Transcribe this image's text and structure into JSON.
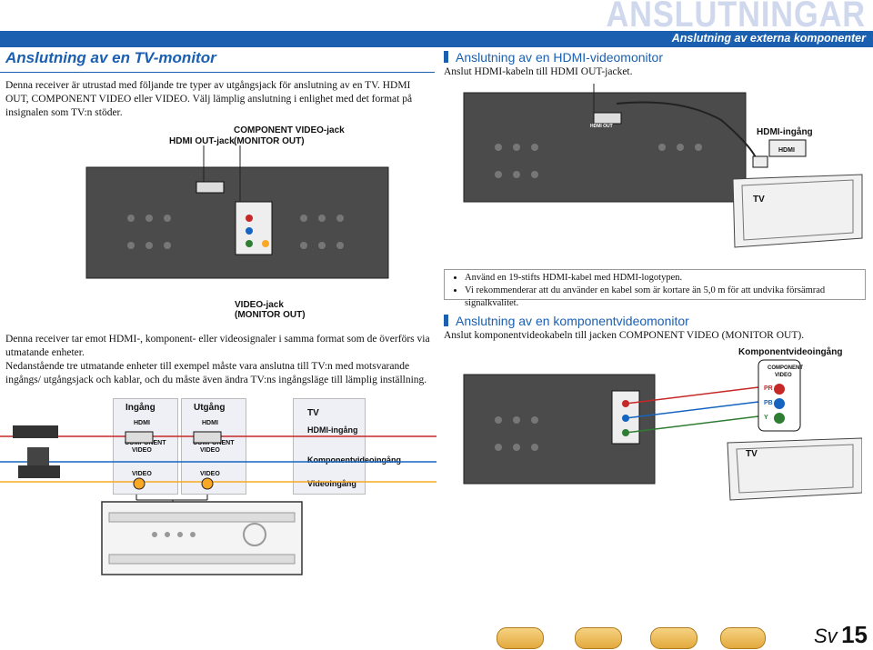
{
  "header": {
    "title": "ANSLUTNINGAR",
    "subtitle": "Anslutning av externa komponenter"
  },
  "section": {
    "title": "Anslutning av en TV-monitor",
    "intro": "Denna receiver är utrustad med följande tre typer av utgångsjack för anslutning av en TV. HDMI OUT, COMPONENT VIDEO eller VIDEO. Välj lämplig anslutning i enlighet med det format på insignalen som TV:n stöder."
  },
  "rear_labels": {
    "hdmi_out": "HDMI OUT-jack",
    "component_1": "COMPONENT VIDEO-jack",
    "component_2": "(MONITOR OUT)",
    "video_1": "VIDEO-jack",
    "video_2": "(MONITOR OUT)"
  },
  "note_text": {
    "p1": "Denna receiver tar emot HDMI-, komponent- eller videosignaler i samma format som de överförs via utmatande enheter.",
    "p2": "Nedanstående tre utmatande enheter till exempel måste vara anslutna till TV:n med motsvarande ingångs/ utgångsjack och kablar, och du måste även ändra TV:ns ingångsläge till lämplig inställning."
  },
  "signal_table": {
    "input_header": "Ingång",
    "output_header": "Utgång",
    "hdmi": "HDMI",
    "component_1": "COMPONENT",
    "component_2": "VIDEO",
    "video": "VIDEO",
    "tv": "TV",
    "tv_hdmi": "HDMI-ingång",
    "tv_component": "Komponentvideoingång",
    "tv_video": "Videoingång"
  },
  "hdmi_section": {
    "title": "Anslutning av en HDMI-videomonitor",
    "text": "Anslut HDMI-kabeln till HDMI OUT-jacket.",
    "hdmi_in_label": "HDMI-ingång",
    "hdmi_small": "HDMI",
    "tv": "TV",
    "hdmi_out_small": "HDMI OUT"
  },
  "bullets": [
    "Använd en 19-stifts HDMI-kabel med HDMI-logotypen.",
    "Vi rekommenderar att du använder en kabel som är kortare än 5,0 m för att undvika försämrad signalkvalitet."
  ],
  "component_section": {
    "title": "Anslutning av en komponentvideomonitor",
    "text": "Anslut komponentvideokabeln till jacken COMPONENT VIDEO (MONITOR OUT).",
    "comp_in_label": "Komponentvideoingång",
    "comp_1": "COMPONENT",
    "comp_2": "VIDEO",
    "pr": "PR",
    "pb": "PB",
    "y": "Y",
    "tv": "TV"
  },
  "page": {
    "prefix": "Sv",
    "number": "15"
  },
  "colors": {
    "accent": "#1b5fb0",
    "header_text": "#cfd8ec",
    "nav_button": "#e3a93d"
  }
}
